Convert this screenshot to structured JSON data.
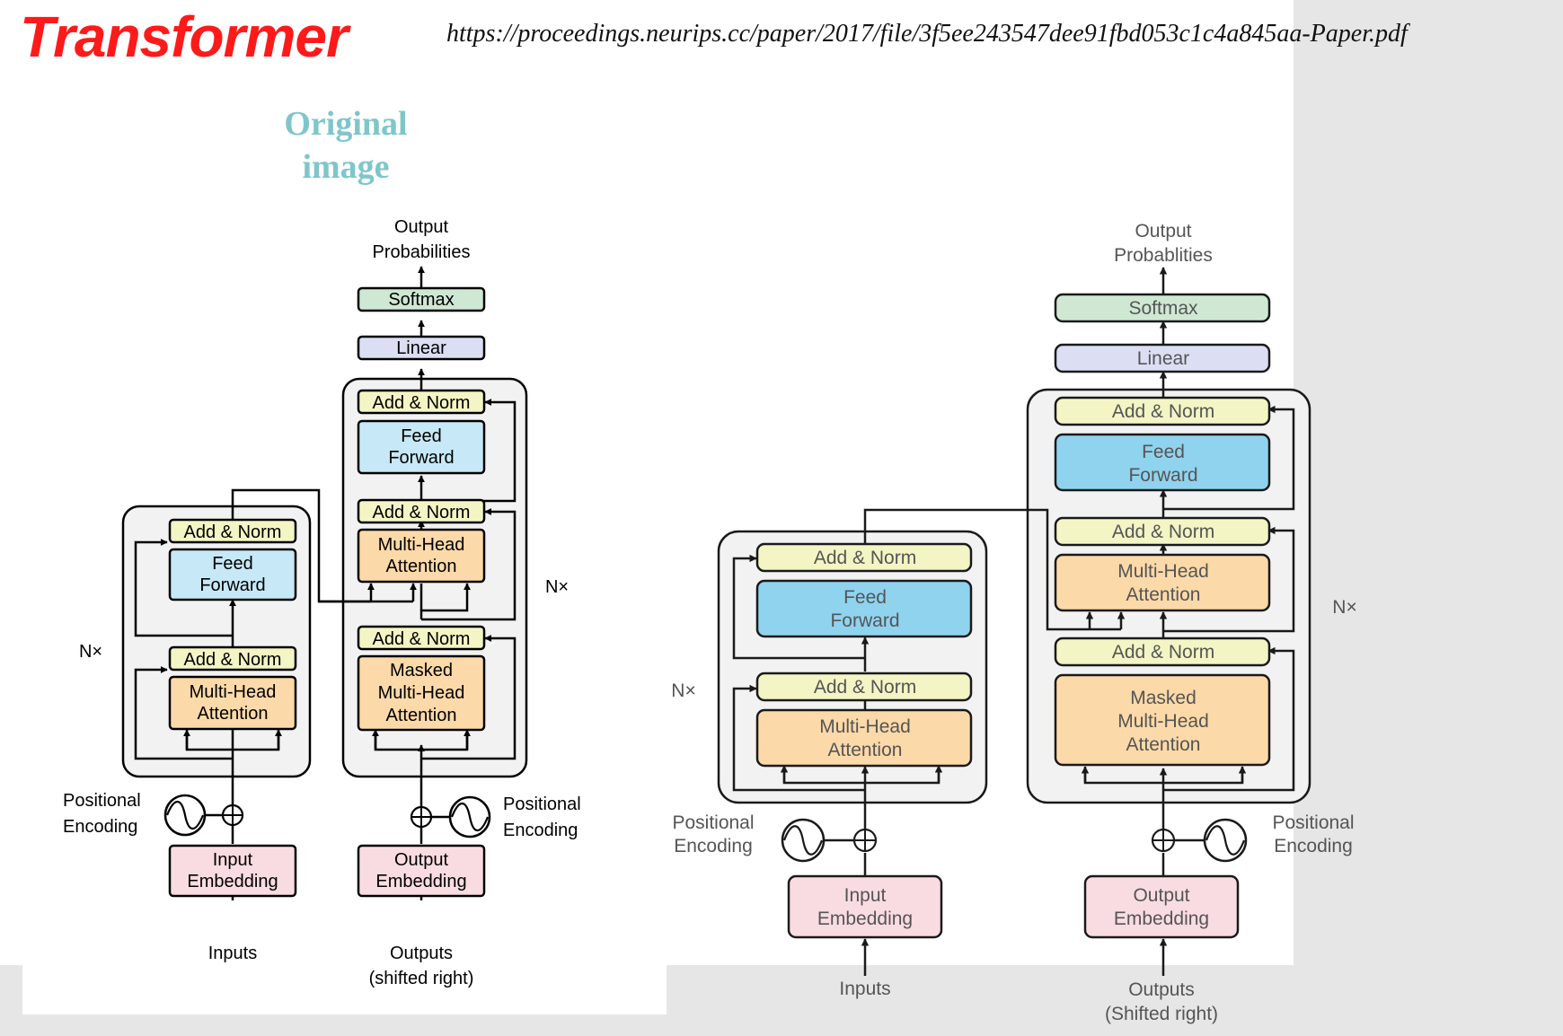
{
  "page": {
    "title": "Transformer",
    "source_url": "https://proceedings.neurips.cc/paper/2017/file/3f5ee243547dee91fbd053c1c4a845aa-Paper.pdf",
    "caption": "Original image"
  },
  "original_diagram": {
    "output_label": [
      "Output",
      "Probabilities"
    ],
    "softmax": "Softmax",
    "linear": "Linear",
    "encoder": {
      "add_norm_top": "Add & Norm",
      "feed_forward": [
        "Feed",
        "Forward"
      ],
      "add_norm_bottom": "Add & Norm",
      "attention": [
        "Multi-Head",
        "Attention"
      ],
      "repeat": "N×"
    },
    "decoder": {
      "add_norm_top": "Add & Norm",
      "feed_forward": [
        "Feed",
        "Forward"
      ],
      "add_norm_mid": "Add & Norm",
      "cross_attention": [
        "Multi-Head",
        "Attention"
      ],
      "add_norm_bottom": "Add & Norm",
      "masked_attention": [
        "Masked",
        "Multi-Head",
        "Attention"
      ],
      "repeat": "N×"
    },
    "input_positional": [
      "Positional",
      "Encoding"
    ],
    "output_positional": [
      "Positional",
      "Encoding"
    ],
    "input_embedding": [
      "Input",
      "Embedding"
    ],
    "output_embedding": [
      "Output",
      "Embedding"
    ],
    "inputs": "Inputs",
    "outputs": [
      "Outputs",
      "(shifted right)"
    ]
  },
  "recreated_diagram": {
    "output_label": [
      "Output",
      "Probablities"
    ],
    "softmax": "Softmax",
    "linear": "Linear",
    "encoder": {
      "add_norm_top": "Add & Norm",
      "feed_forward": [
        "Feed",
        "Forward"
      ],
      "add_norm_bottom": "Add & Norm",
      "attention": [
        "Multi-Head",
        "Attention"
      ],
      "repeat": "N×"
    },
    "decoder": {
      "add_norm_top": "Add & Norm",
      "feed_forward": [
        "Feed",
        "Forward"
      ],
      "add_norm_mid": "Add & Norm",
      "cross_attention": [
        "Multi-Head",
        "Attention"
      ],
      "add_norm_bottom": "Add & Norm",
      "masked_attention": [
        "Masked",
        "Multi-Head",
        "Attention"
      ],
      "repeat": "N×"
    },
    "input_positional": [
      "Positional",
      "Encoding"
    ],
    "output_positional": [
      "Positional",
      "Encoding"
    ],
    "input_embedding": [
      "Input",
      "Embedding"
    ],
    "output_embedding": [
      "Output",
      "Embedding"
    ],
    "inputs": "Inputs",
    "outputs": [
      "Outputs",
      "(Shifted right)"
    ]
  },
  "colors": {
    "title": "#ff1a1a",
    "caption": "#7fc6c9",
    "softmax": "#cfe8d3",
    "linear": "#dcdff3",
    "add_norm": "#f3f5c4",
    "feed_forward_original": "#c7e8f6",
    "feed_forward_recreated": "#8fd3ef",
    "attention": "#fcd9a8",
    "embedding": "#f9dce1",
    "block_bg": "#f2f2f2",
    "slide_bg": "#e5e5e5"
  }
}
